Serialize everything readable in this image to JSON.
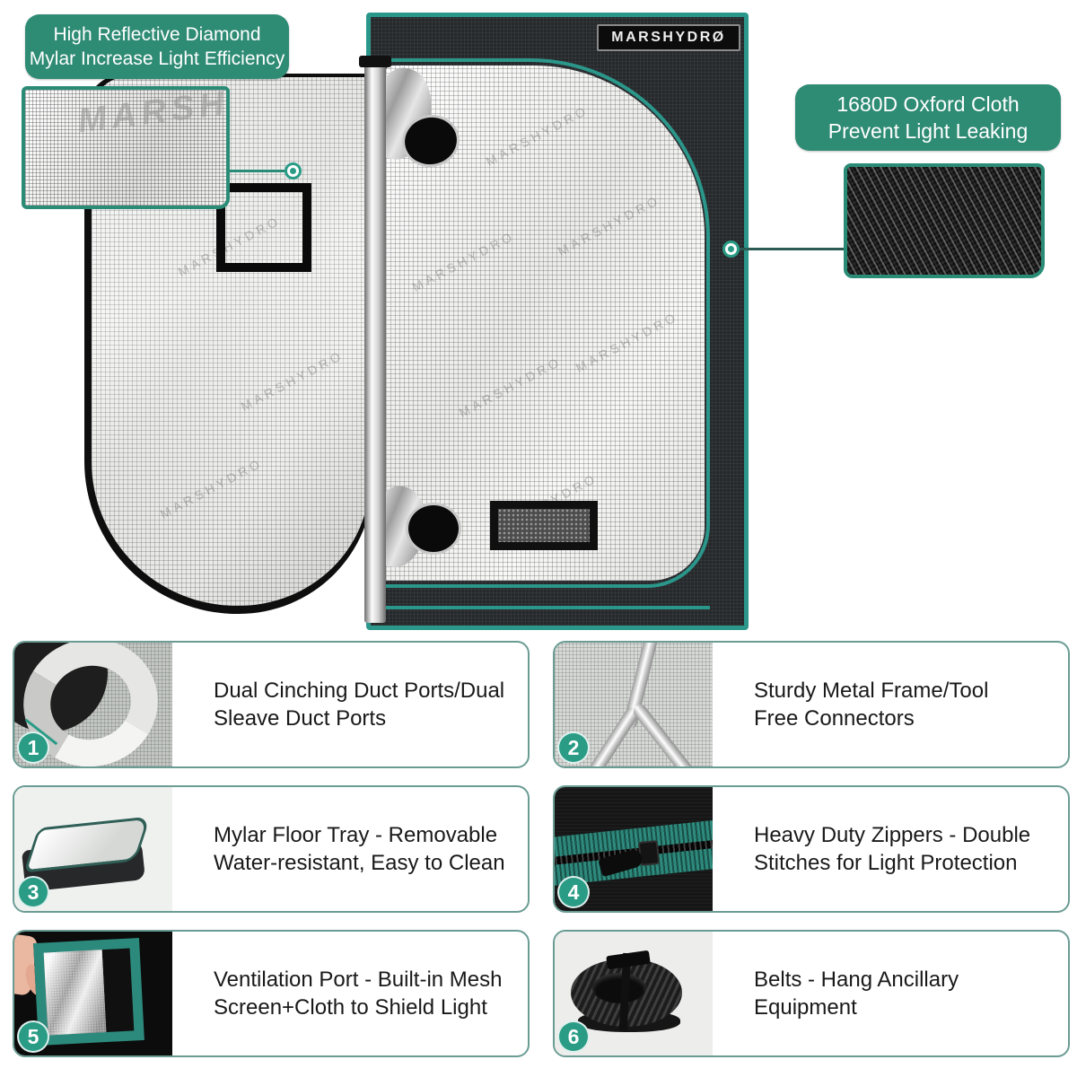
{
  "colors": {
    "teal_callout": "#2E8B74",
    "teal_trim": "#2B968A",
    "teal_badge": "#2A9C86",
    "dark_panel": "#26292C",
    "connector_dark": "#2C5B54",
    "card_border": "#6A9C93"
  },
  "callouts": {
    "mylar": {
      "line1": "High Reflective Diamond",
      "line2": "Mylar Increase Light Efficiency"
    },
    "oxford": {
      "line1": "1680D Oxford Cloth",
      "line2": "Prevent Light Leaking"
    }
  },
  "tent": {
    "brand": "MARSHYDRØ",
    "watermark": "MARSHYDRO"
  },
  "features": [
    {
      "num": "1",
      "line1": "Dual Cinching Duct Ports/Dual",
      "line2": "Sleave Duct Ports"
    },
    {
      "num": "2",
      "line1": "Sturdy Metal Frame/Tool",
      "line2": "Free Connectors"
    },
    {
      "num": "3",
      "line1": "Mylar Floor Tray - Removable",
      "line2": "Water-resistant, Easy to Clean"
    },
    {
      "num": "4",
      "line1": "Heavy Duty Zippers - Double",
      "line2": "Stitches for Light Protection"
    },
    {
      "num": "5",
      "line1": "Ventilation Port - Built-in Mesh",
      "line2": "Screen+Cloth to Shield Light"
    },
    {
      "num": "6",
      "line1": "Belts - Hang Ancillary",
      "line2": "Equipment"
    }
  ]
}
